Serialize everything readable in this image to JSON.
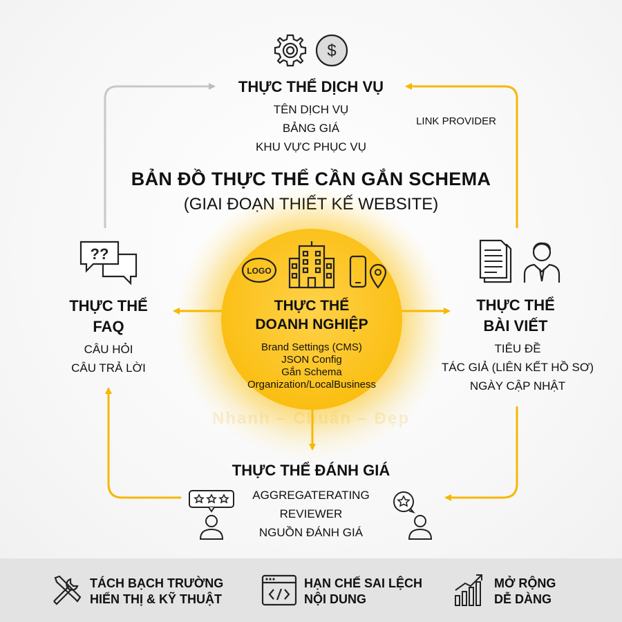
{
  "title": {
    "main": "BẢN ĐỒ THỰC THỂ CẦN GẮN SCHEMA",
    "sub": "(GIAI ĐOẠN THIẾT KẾ WEBSITE)"
  },
  "service": {
    "title": "THỰC THỂ DỊCH VỤ",
    "items": [
      "TÊN DỊCH VỤ",
      "BẢNG GIÁ",
      "KHU VỰC PHỤC VỤ"
    ],
    "link_label": "LINK PROVIDER"
  },
  "business": {
    "title_line1": "THỰC THỂ",
    "title_line2": "DOANH NGHIỆP",
    "items": [
      "Brand Settings (CMS)",
      "JSON Config",
      "Gắn Schema",
      "Organization/LocalBusiness"
    ],
    "logo_text": "LOGO"
  },
  "faq": {
    "title_line1": "THỰC THỂ",
    "title_line2": "FAQ",
    "items": [
      "CÂU HỎI",
      "CÂU TRẢ LỜI"
    ],
    "bubble_text": "??"
  },
  "article": {
    "title_line1": "THỰC THỂ",
    "title_line2": "BÀI VIẾT",
    "items": [
      "TIÊU ĐỀ",
      "TÁC GIẢ (LIÊN KẾT HỒ SƠ)",
      "NGÀY CẬP NHẬT"
    ]
  },
  "review": {
    "title": "THỰC THỂ ĐÁNH GIÁ",
    "items": [
      "AGGREGATERATING",
      "REVIEWER",
      "NGUỒN ĐÁNH GIÁ"
    ]
  },
  "watermark": "Nhanh – Chuẩn – Đẹp",
  "footer": {
    "items": [
      {
        "line1": "TÁCH BẠCH TRƯỜNG",
        "line2": "HIỂN THỊ & KỸ THUẬT",
        "icon": "tools-icon"
      },
      {
        "line1": "HẠN CHẾ SAI LỆCH",
        "line2": "NỘI DUNG",
        "icon": "code-window-icon"
      },
      {
        "line1": "MỞ RỘNG",
        "line2": "DỄ DÀNG",
        "icon": "growth-chart-icon"
      }
    ]
  },
  "colors": {
    "accent": "#f5b800",
    "gray_arrow": "#c8c8c8",
    "text": "#111111"
  }
}
